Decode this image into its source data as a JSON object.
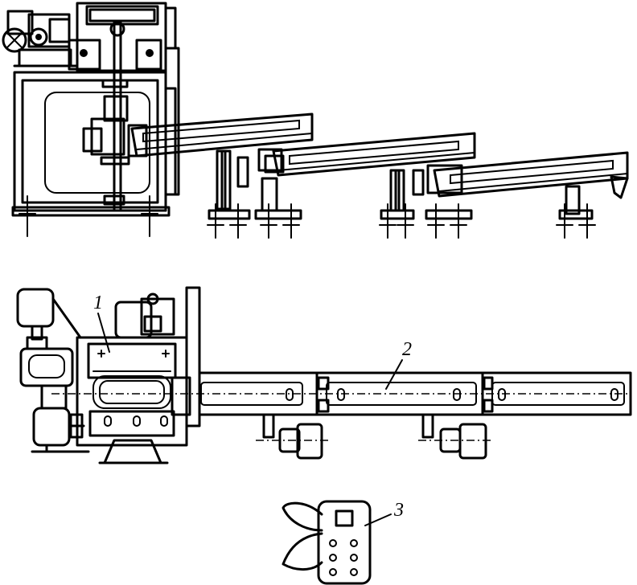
{
  "callouts": {
    "item_1": "1",
    "item_2": "2",
    "item_3": "3"
  },
  "colors": {
    "ink": "#000000",
    "paper": "#ffffff"
  }
}
